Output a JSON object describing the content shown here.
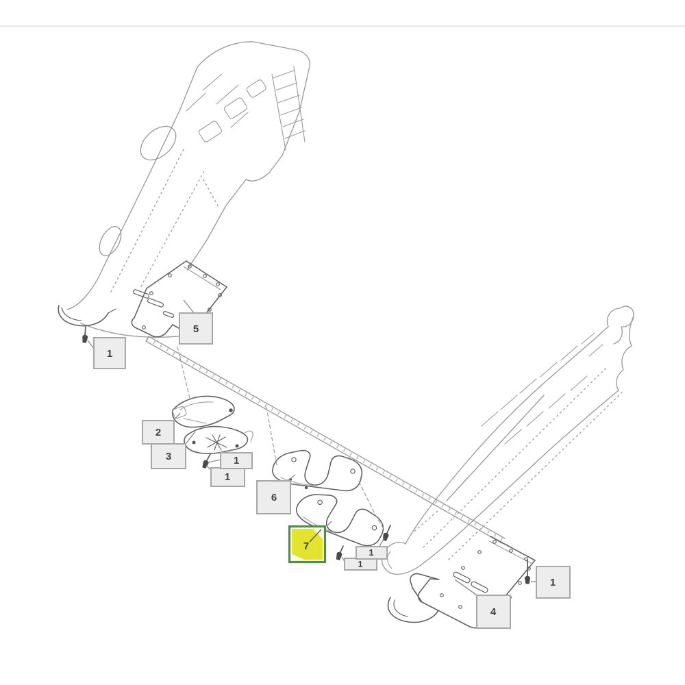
{
  "diagram": {
    "type": "exploded-parts-diagram",
    "callouts": [
      {
        "id": "callout-1-left",
        "label": "1",
        "highlighted": false
      },
      {
        "id": "callout-5",
        "label": "5",
        "highlighted": false
      },
      {
        "id": "callout-2",
        "label": "2",
        "highlighted": false
      },
      {
        "id": "callout-3",
        "label": "3",
        "highlighted": false
      },
      {
        "id": "callout-1-mid-lower",
        "label": "1",
        "highlighted": false
      },
      {
        "id": "callout-1-mid-upper",
        "label": "1",
        "highlighted": false
      },
      {
        "id": "callout-6",
        "label": "6",
        "highlighted": false
      },
      {
        "id": "callout-1-near7-lower",
        "label": "1",
        "highlighted": false
      },
      {
        "id": "callout-1-near7-upper",
        "label": "1",
        "highlighted": false
      },
      {
        "id": "callout-1-right",
        "label": "1",
        "highlighted": false
      },
      {
        "id": "callout-4",
        "label": "4",
        "highlighted": false
      },
      {
        "id": "callout-7",
        "label": "7",
        "highlighted": true
      }
    ],
    "icons": {
      "bolt": "screw-bolt-glyph"
    },
    "colors": {
      "background": "#ffffff",
      "divider": "#e2e2e2",
      "line_art": "#9a9a9a",
      "line_art_dark": "#606060",
      "leader": "#8f8f8f",
      "bolt": "#4a4a4a",
      "box_fill": "#ededed",
      "box_border": "#a7a7a7",
      "box_label": "#3f3f3f",
      "highlight_fill": "#e4e42e",
      "highlight_border": "#4a9142"
    }
  }
}
